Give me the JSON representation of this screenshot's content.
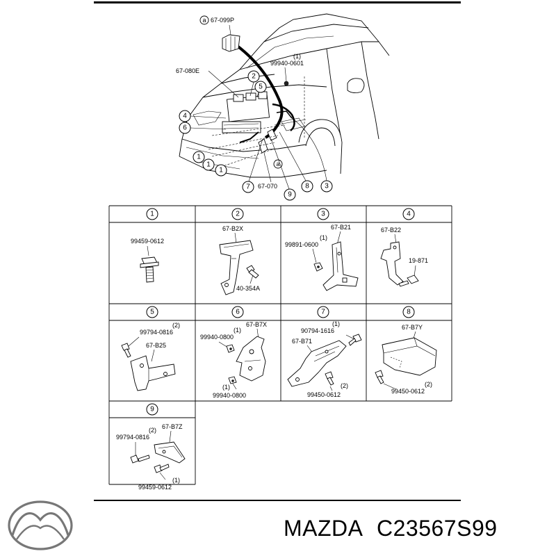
{
  "overview": {
    "callouts": {
      "c1": "67-099P",
      "c2": "99940-0601",
      "c2_qty": "(1)",
      "c3": "67-080E",
      "c4": "67-070"
    },
    "markers": [
      "1",
      "2",
      "3",
      "4",
      "5",
      "6",
      "7",
      "8",
      "9"
    ]
  },
  "grid": {
    "cells": [
      {
        "num": "1",
        "labels": [
          "99459-0612"
        ]
      },
      {
        "num": "2",
        "labels": [
          "67-B2X",
          "40-354A"
        ]
      },
      {
        "num": "3",
        "labels": [
          "67-B21",
          "(1)",
          "99891-0600"
        ]
      },
      {
        "num": "4",
        "labels": [
          "67-B22",
          "19-871"
        ]
      },
      {
        "num": "5",
        "labels": [
          "(2)",
          "99794-0816",
          "67-B25"
        ]
      },
      {
        "num": "6",
        "labels": [
          "(1)",
          "99940-0800",
          "67-B7X",
          "(1)",
          "99940-0800"
        ]
      },
      {
        "num": "7",
        "labels": [
          "(1)",
          "90794-1616",
          "67-B71",
          "(2)",
          "99450-0612"
        ]
      },
      {
        "num": "8",
        "labels": [
          "67-B7Y",
          "(2)",
          "99450-0612"
        ]
      },
      {
        "num": "9",
        "labels": [
          "67-B7Z",
          "(2)",
          "99794-0816",
          "(1)",
          "99459-0612"
        ]
      }
    ]
  },
  "footer": {
    "brand": "MAZDA",
    "part_number": "C23567S99",
    "logo_icon": "mazda-logo-icon"
  }
}
